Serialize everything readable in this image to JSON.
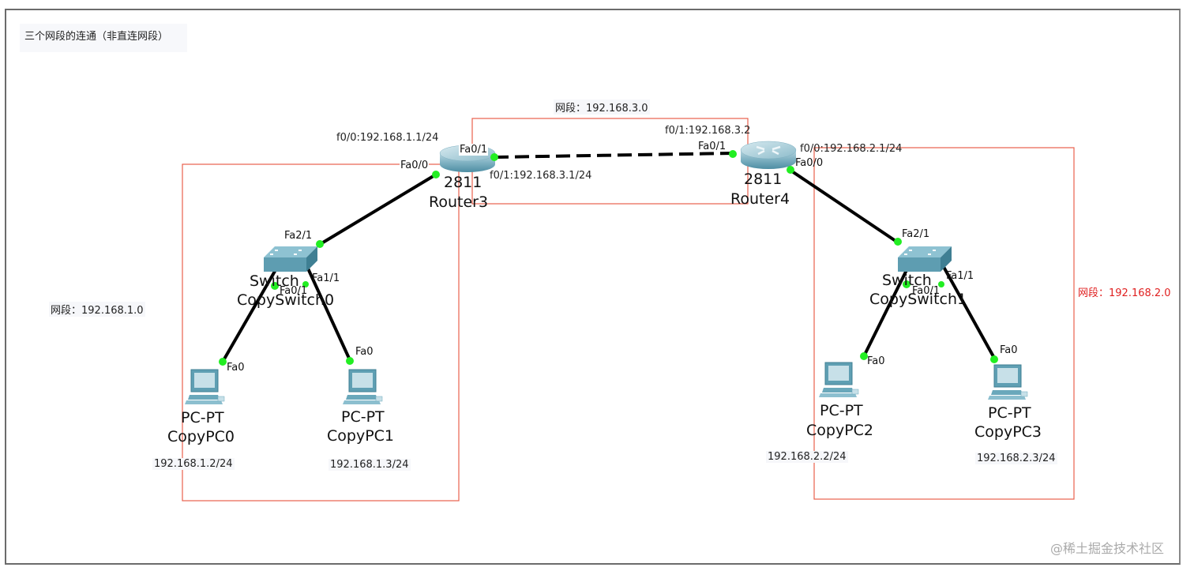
{
  "title": "三个网段的连通（非直连网段）",
  "segments": [
    {
      "id": "seg1",
      "label": "网段：192.168.1.0",
      "color": "#222222"
    },
    {
      "id": "seg3",
      "label": "网段：192.168.3.0",
      "color": "#222222"
    },
    {
      "id": "seg2",
      "label": "网段：192.168.2.0",
      "color": "#e02020"
    }
  ],
  "colors": {
    "segment_border": "#e8604c",
    "link": "#000000",
    "port_dot": "#22ee22",
    "device_body": "#5a9db0"
  },
  "routers": [
    {
      "model": "2811",
      "name": "Router3",
      "ports": {
        "fa00": "Fa0/0",
        "fa01": "Fa0/1"
      },
      "ip_f00": "f0/0:192.168.1.1/24",
      "ip_f01": "f0/1:192.168.3.1/24"
    },
    {
      "model": "2811",
      "name": "Router4",
      "ports": {
        "fa00": "Fa0/0",
        "fa01": "Fa0/1"
      },
      "ip_f00": "f0/0:192.168.2.1/24",
      "ip_f01": "f0/1:192.168.3.2"
    }
  ],
  "switches": [
    {
      "model": "Switch",
      "name": "CopySwitch0",
      "ports": {
        "uplink": "Fa2/1",
        "p1": "Fa0/1",
        "p2": "Fa1/1"
      }
    },
    {
      "model": "Switch",
      "name": "CopySwitch1",
      "ports": {
        "uplink": "Fa2/1",
        "p1": "Fa0/1",
        "p2": "Fa1/1"
      }
    }
  ],
  "pcs": [
    {
      "model": "PC-PT",
      "name": "CopyPC0",
      "port": "Fa0",
      "ip": "192.168.1.2/24"
    },
    {
      "model": "PC-PT",
      "name": "CopyPC1",
      "port": "Fa0",
      "ip": "192.168.1.3/24"
    },
    {
      "model": "PC-PT",
      "name": "CopyPC2",
      "port": "Fa0",
      "ip": "192.168.2.2/24"
    },
    {
      "model": "PC-PT",
      "name": "CopyPC3",
      "port": "Fa0",
      "ip": "192.168.2.3/24"
    }
  ],
  "watermark": "@稀土掘金技术社区"
}
